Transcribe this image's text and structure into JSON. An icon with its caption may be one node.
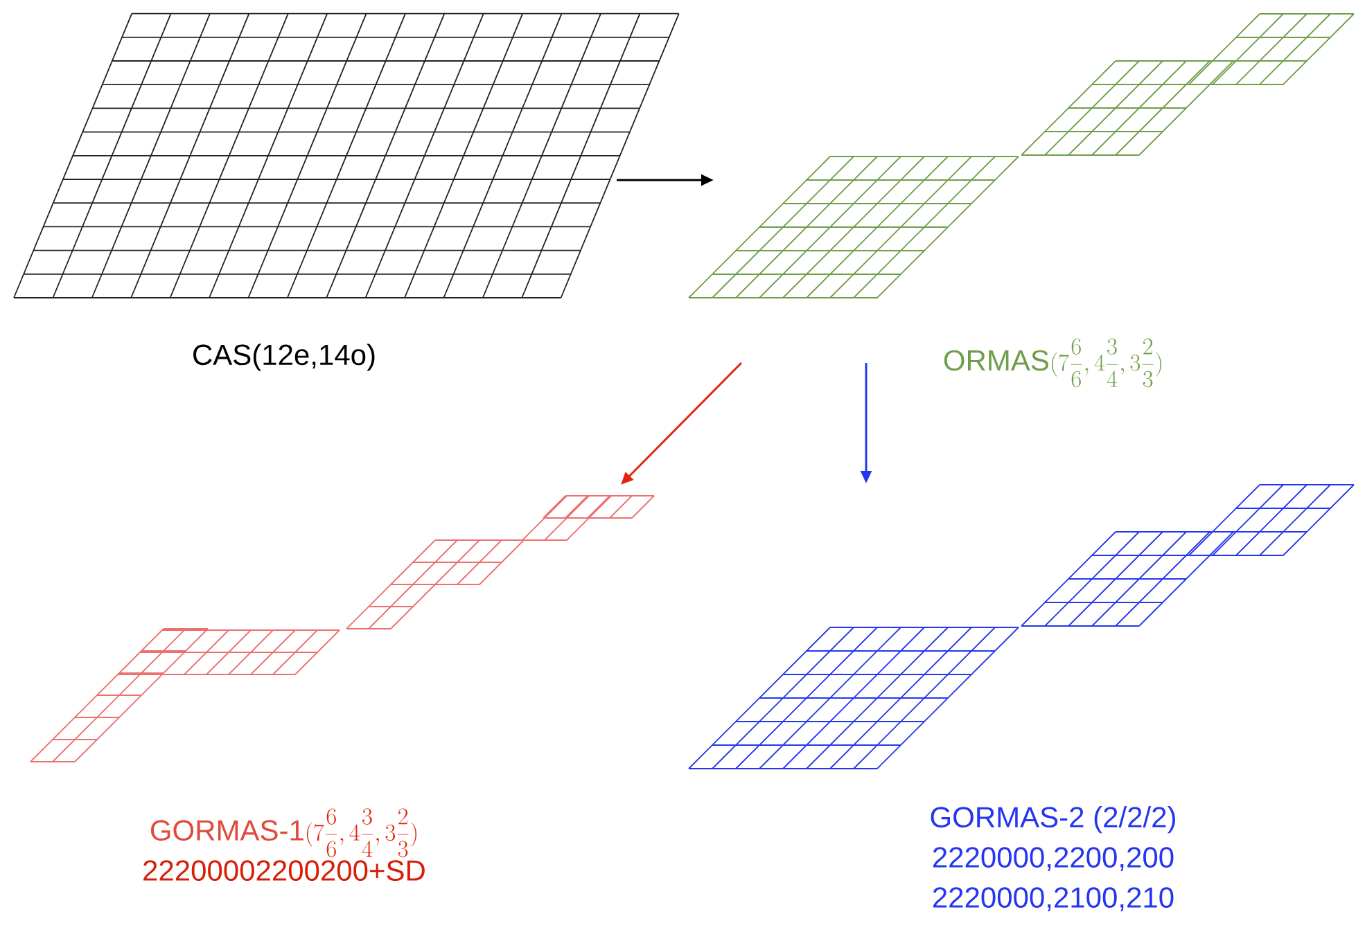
{
  "diagram": {
    "nodes": [
      {
        "text": [
          "CAS(12e,14o)"
        ]
      },
      {
        "text": [
          "ORMAS",
          "(7\\frac{6}{6},4\\frac{3}{4},3\\frac{2}{3})"
        ]
      },
      {
        "text": [
          "GORMAS-1",
          "(7\\frac{6}{6},4\\frac{3}{4},3\\frac{2}{3})",
          "22200002200200+SD"
        ]
      },
      {
        "text": [
          "GORMAS-2 (2/2/2)",
          "2220000,2200,200",
          "2220000,2100,210"
        ]
      }
    ],
    "edges": [
      {
        "from": 0,
        "to": 1,
        "arrow": "to",
        "color": "#000000"
      },
      {
        "from": 1,
        "to": 2,
        "arrow": "to",
        "color": "#e0260e"
      },
      {
        "from": 1,
        "to": 3,
        "arrow": "to",
        "color": "#2436f0"
      }
    ]
  }
}
